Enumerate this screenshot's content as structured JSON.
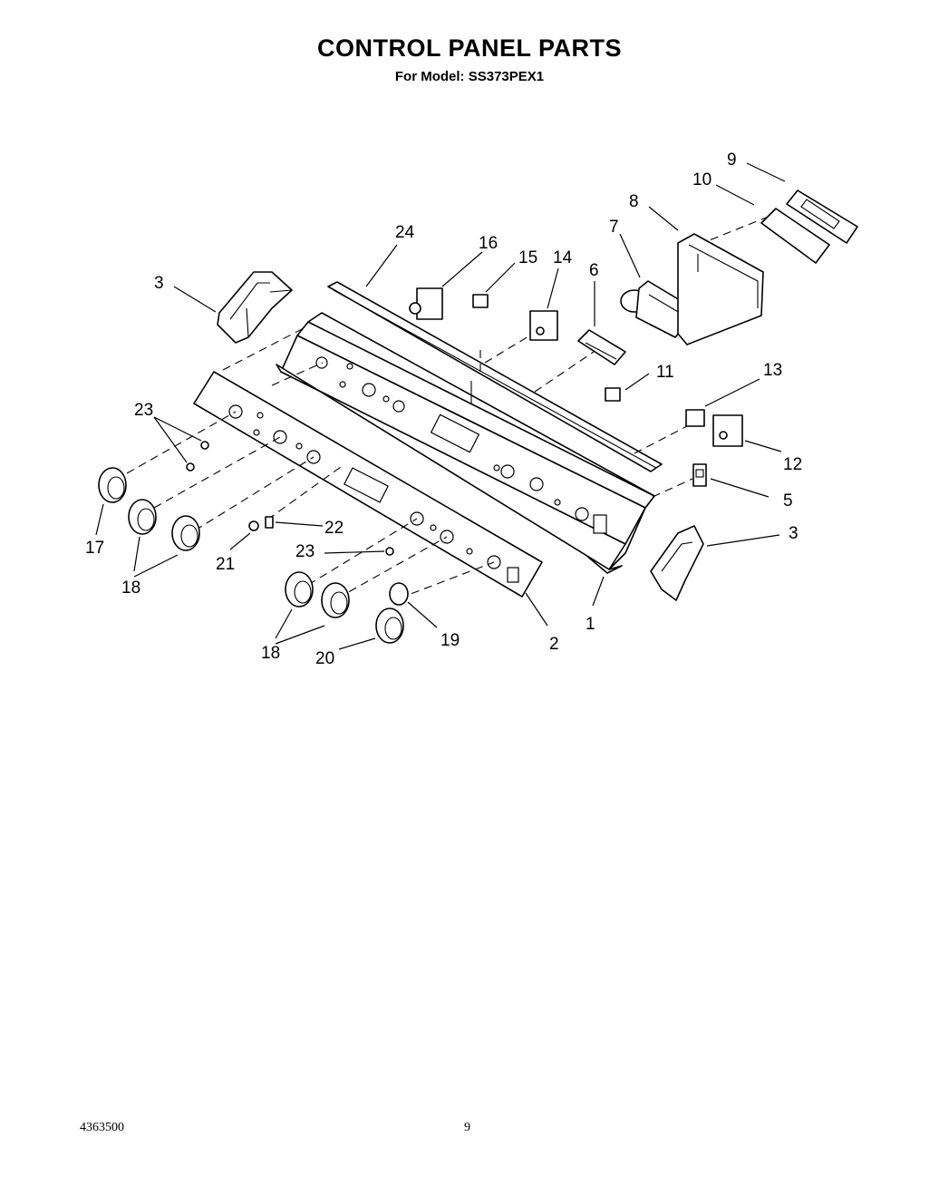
{
  "header": {
    "title": "CONTROL PANEL PARTS",
    "subtitle": "For Model: SS373PEX1"
  },
  "footer": {
    "doc_number": "4363500",
    "page_number": "9"
  },
  "callouts": [
    {
      "id": "c9",
      "label": "9"
    },
    {
      "id": "c10",
      "label": "10"
    },
    {
      "id": "c8",
      "label": "8"
    },
    {
      "id": "c7",
      "label": "7"
    },
    {
      "id": "c24",
      "label": "24"
    },
    {
      "id": "c16",
      "label": "16"
    },
    {
      "id": "c15",
      "label": "15"
    },
    {
      "id": "c14",
      "label": "14"
    },
    {
      "id": "c6",
      "label": "6"
    },
    {
      "id": "c3a",
      "label": "3"
    },
    {
      "id": "c11",
      "label": "11"
    },
    {
      "id": "c13",
      "label": "13"
    },
    {
      "id": "c23a",
      "label": "23"
    },
    {
      "id": "c12",
      "label": "12"
    },
    {
      "id": "c5",
      "label": "5"
    },
    {
      "id": "c3b",
      "label": "3"
    },
    {
      "id": "c22",
      "label": "22"
    },
    {
      "id": "c17",
      "label": "17"
    },
    {
      "id": "c21",
      "label": "21"
    },
    {
      "id": "c23b",
      "label": "23"
    },
    {
      "id": "c18a",
      "label": "18"
    },
    {
      "id": "c1",
      "label": "1"
    },
    {
      "id": "c19",
      "label": "19"
    },
    {
      "id": "c2",
      "label": "2"
    },
    {
      "id": "c18b",
      "label": "18"
    },
    {
      "id": "c20",
      "label": "20"
    }
  ]
}
